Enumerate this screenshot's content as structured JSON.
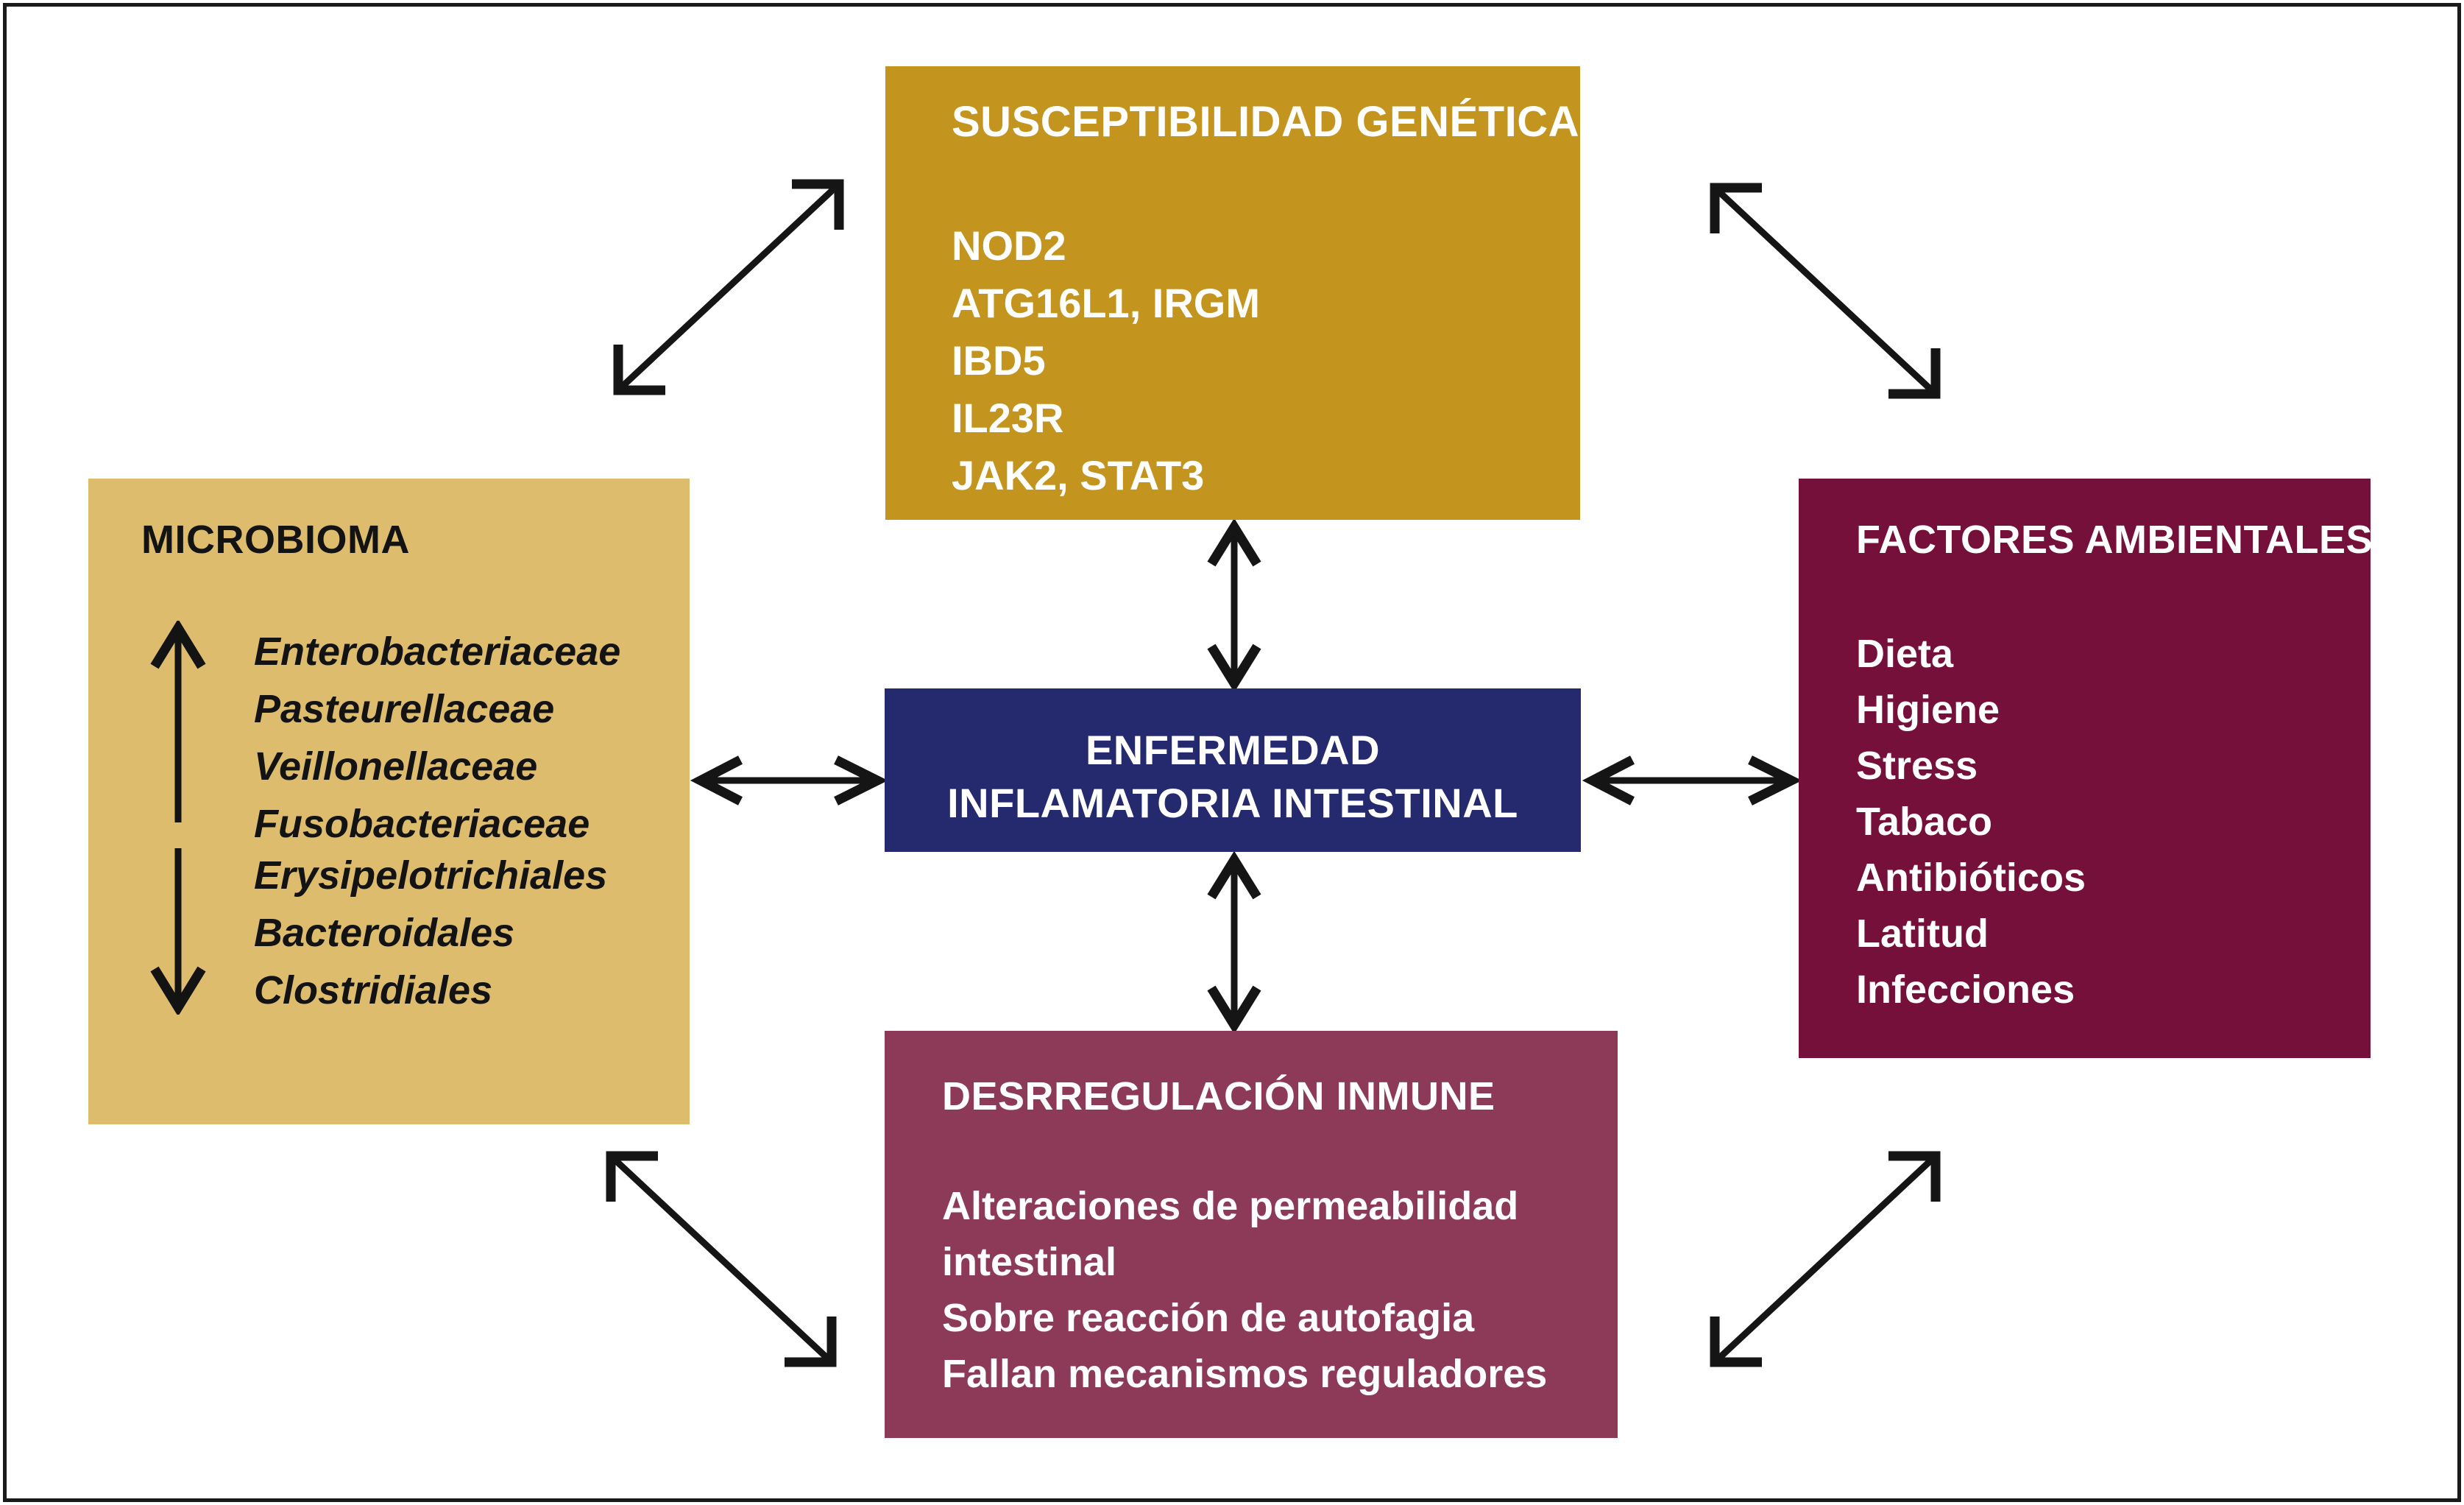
{
  "figure": {
    "title": "Factores implicados en la enfermedad inflamatoria intestinal",
    "border_color": "#1a1a1a",
    "background": "#ffffff"
  },
  "boxes": {
    "genetic": {
      "title": "SUSCEPTIBILIDAD GENÉTICA",
      "color": "#c3941e",
      "text_color": "#ffffff",
      "items": [
        "NOD2",
        "ATG16L1, IRGM",
        "IBD5",
        "IL23R",
        "JAK2, STAT3"
      ]
    },
    "microbioma": {
      "title": "MICROBIOMA",
      "color": "#ddbc6d",
      "text_color": "#131313",
      "increased_label": "increase-arrow",
      "increased": [
        "Enterobacteriaceae",
        "Pasteurellaceae",
        "Veillonellaceae",
        "Fusobacteriaceae"
      ],
      "decreased_label": "decrease-arrow",
      "decreased": [
        "Erysipelotrichiales",
        "Bacteroidales",
        "Clostridiales"
      ]
    },
    "disease": {
      "color": "#25296d",
      "text_color": "#ffffff",
      "lines": [
        "ENFERMEDAD",
        "INFLAMATORIA INTESTINAL"
      ]
    },
    "environment": {
      "title": "FACTORES AMBIENTALES",
      "color": "#741039",
      "text_color": "#ffffff",
      "items": [
        "Dieta",
        "Higiene",
        "Stress",
        "Tabaco",
        "Antibióticos",
        "Latitud",
        "Infecciones"
      ]
    },
    "immune": {
      "title": "DESRREGULACIÓN INMUNE",
      "color": "#8c3a58",
      "text_color": "#ffffff",
      "items": [
        "Alteraciones de permeabilidad",
        " intestinal",
        "Sobre reacción de autofagia",
        "Fallan mecanismos reguladores"
      ]
    }
  },
  "connectors": [
    {
      "name": "microbioma-genetic",
      "style": "double-headed-diagonal"
    },
    {
      "name": "genetic-environment",
      "style": "double-headed-diagonal"
    },
    {
      "name": "microbioma-disease",
      "style": "double-headed-horizontal"
    },
    {
      "name": "disease-environment",
      "style": "double-headed-horizontal"
    },
    {
      "name": "genetic-disease",
      "style": "double-headed-vertical"
    },
    {
      "name": "disease-immune",
      "style": "double-headed-vertical"
    },
    {
      "name": "microbioma-immune",
      "style": "double-headed-diagonal"
    },
    {
      "name": "immune-environment",
      "style": "double-headed-diagonal"
    }
  ]
}
